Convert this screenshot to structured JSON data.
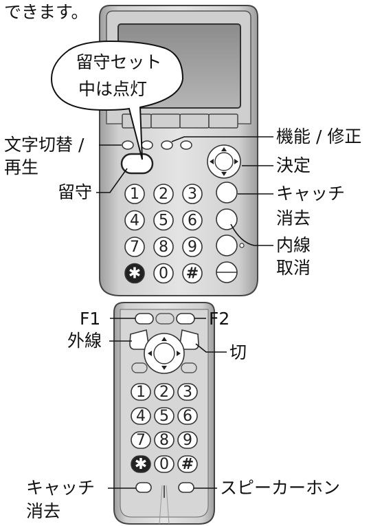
{
  "top_text": "できます。",
  "bubble": {
    "line1": "留守セット",
    "line2": "中は点灯"
  },
  "base_unit": {
    "labels": {
      "text_switch_line1": "文字切替 /",
      "text_switch_line2": "再生",
      "answering": "留守",
      "function_edit": "機能 / 修正",
      "confirm": "決定",
      "catch_line1": "キャッチ",
      "catch_line2": "消去",
      "intercom_line1": "内線",
      "intercom_line2": "取消"
    },
    "keypad": [
      "1",
      "2",
      "3",
      "4",
      "5",
      "6",
      "7",
      "8",
      "9",
      "✱",
      "0",
      "#"
    ]
  },
  "handset": {
    "labels": {
      "f1": "F1",
      "f2": "F2",
      "outside_line": "外線",
      "hang_up": "切",
      "catch_line1": "キャッチ",
      "catch_line2": "消去",
      "speakerphone": "スピーカーホン"
    },
    "keypad": [
      "1",
      "2",
      "3",
      "4",
      "5",
      "6",
      "7",
      "8",
      "9",
      "✱",
      "0",
      "#"
    ]
  },
  "colors": {
    "body_gray": "#d4d4d4",
    "body_dark": "#a9a9a9",
    "key_face": "#ffffff",
    "outline": "#333333"
  }
}
